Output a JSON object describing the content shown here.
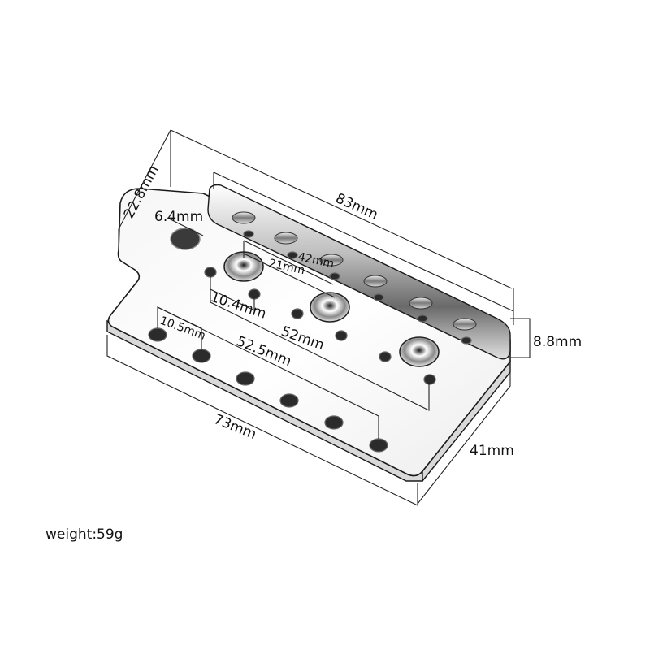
{
  "dimensions": {
    "height": "22.8mm",
    "total_length": "83mm",
    "hole_diameter": "6.4mm",
    "spacing_42": "42mm",
    "spacing_21": "21mm",
    "offset_10_4": "10.4mm",
    "spacing_52": "52mm",
    "spacing_10_5": "10.5mm",
    "spacing_52_5": "52.5mm",
    "wall_height": "8.8mm",
    "plate_length": "73mm",
    "plate_width": "41mm"
  },
  "weight": "weight:59g"
}
